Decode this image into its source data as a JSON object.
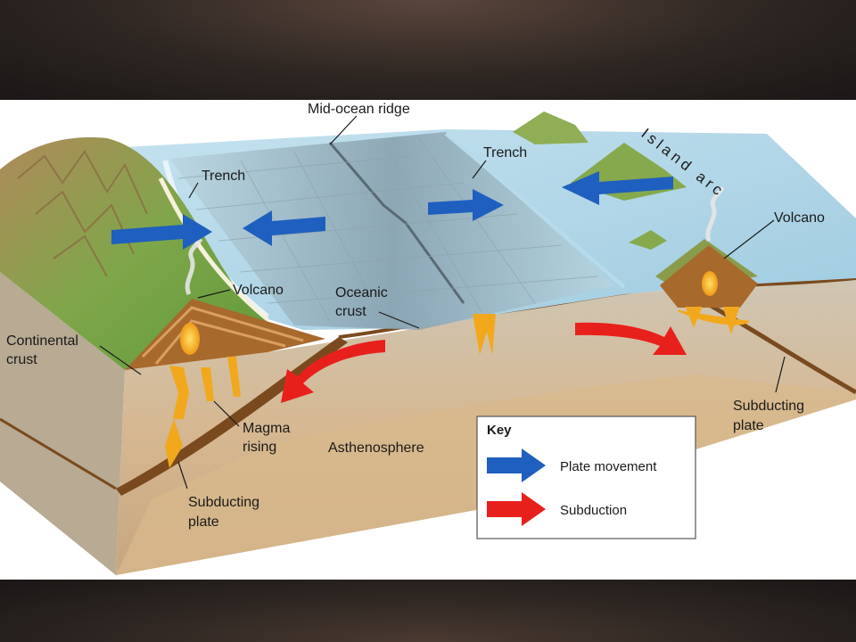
{
  "labels": {
    "mid_ocean_ridge": "Mid-ocean ridge",
    "trench_left": "Trench",
    "trench_right": "Trench",
    "island_arc": "Island arc",
    "volcano_left": "Volcano",
    "volcano_right": "Volcano",
    "oceanic_crust_1": "Oceanic",
    "oceanic_crust_2": "crust",
    "continental_crust_1": "Continental",
    "continental_crust_2": "crust",
    "magma_rising_1": "Magma",
    "magma_rising_2": "rising",
    "asthenosphere": "Asthenosphere",
    "subducting_left_1": "Subducting",
    "subducting_left_2": "plate",
    "subducting_right_1": "Subducting",
    "subducting_right_2": "plate"
  },
  "key": {
    "title": "Key",
    "items": [
      {
        "label": "Plate movement",
        "color": "#1f5fbf"
      },
      {
        "label": "Subduction",
        "color": "#e8201c"
      }
    ]
  },
  "colors": {
    "ocean": "#a9d3e6",
    "sediment": "#d9c7a8",
    "crust_line": "#7a4a1e",
    "magma": "#f2a81d"
  }
}
